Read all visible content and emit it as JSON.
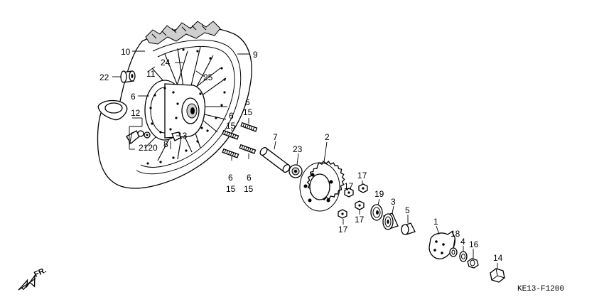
{
  "diagram": {
    "code": "KE13-F1200",
    "direction": "FR.",
    "labels": {
      "p1": "1",
      "p2": "2",
      "p3": "3",
      "p4": "4",
      "p5": "5",
      "p6a": "6",
      "p6b": "6",
      "p6c": "6",
      "p6d": "6",
      "p6e": "6",
      "p7": "7",
      "p8": "8",
      "p9": "9",
      "p10": "10",
      "p11": "11",
      "p12": "12",
      "p13": "13",
      "p14": "14",
      "p15a": "15",
      "p15b": "15",
      "p15c": "15",
      "p15d": "15",
      "p16": "16",
      "p17a": "17",
      "p17b": "17",
      "p17c": "17",
      "p17d": "17",
      "p18": "18",
      "p19": "19",
      "p2120": "2120",
      "p22": "22",
      "p23": "23",
      "p24": "24",
      "p25": "25"
    }
  }
}
